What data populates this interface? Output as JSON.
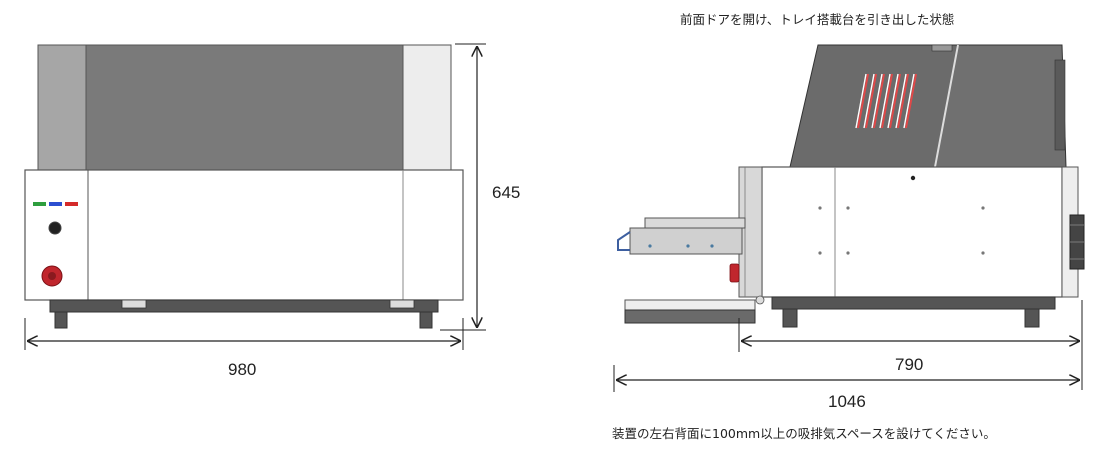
{
  "front_view": {
    "height_dim": "645",
    "width_dim": "980"
  },
  "side_view": {
    "caption": "前面ドアを開け、トレイ搭載台を引き出した状態",
    "body_dim": "790",
    "total_dim": "1046"
  },
  "note": "装置の左右背面に100mm以上の吸排気スペースを設けてください。",
  "colors": {
    "lamp_green": "#2e9e3e",
    "lamp_blue": "#2c4fd1",
    "lamp_red": "#d42a2a",
    "stop_button": "#c0262d"
  },
  "icons": [
    "knob-icon",
    "emergency-stop-icon",
    "status-lamp-icon"
  ]
}
